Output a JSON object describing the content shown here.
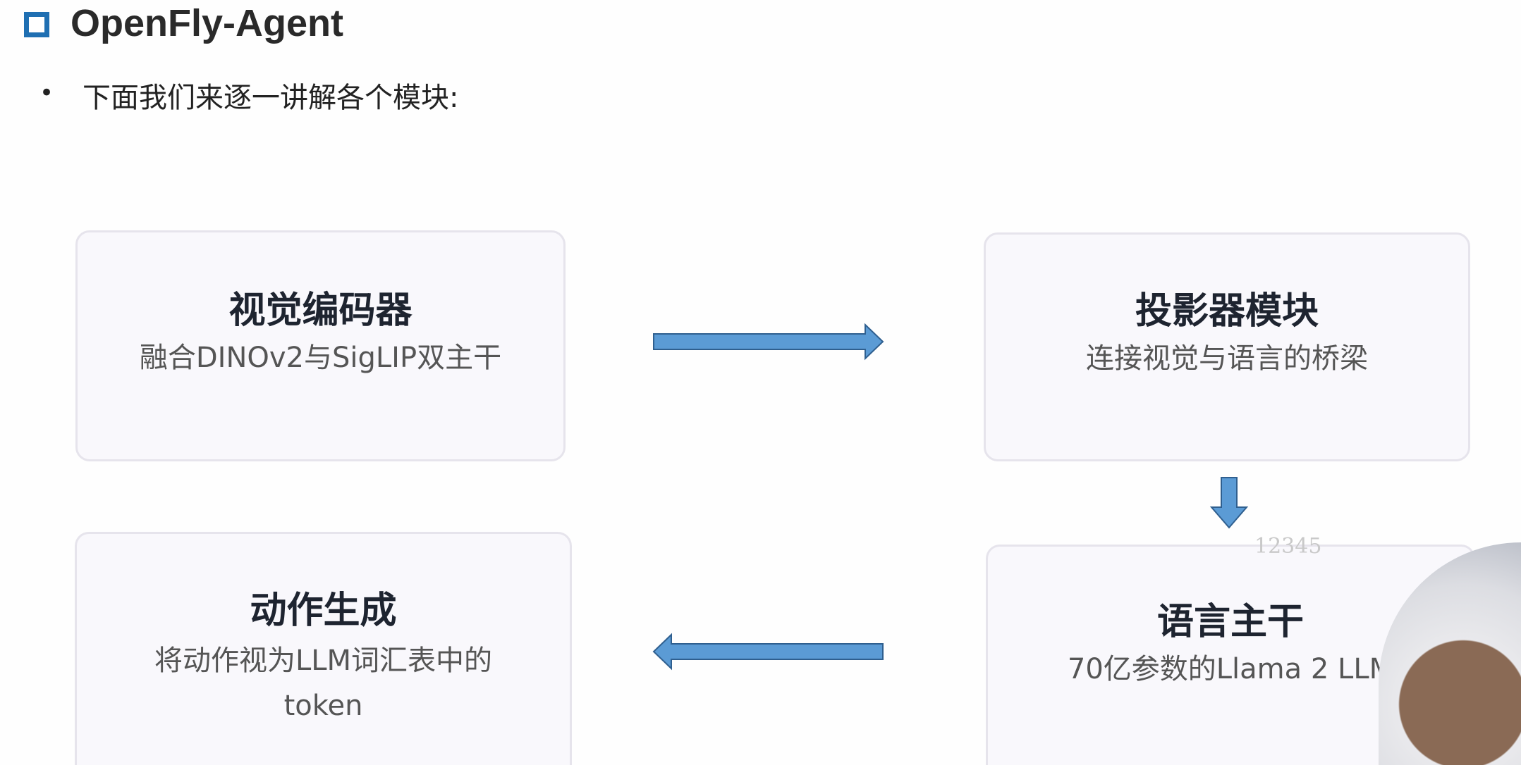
{
  "header": {
    "title": "OpenFly-Agent",
    "bullet": "下面我们来逐一讲解各个模块:"
  },
  "modules": [
    {
      "title": "视觉编码器",
      "desc": "融合DINOv2与SigLIP双主干"
    },
    {
      "title": "投影器模块",
      "desc": "连接视觉与语言的桥梁"
    },
    {
      "title": "语言主干",
      "desc": "70亿参数的Llama 2 LLM"
    },
    {
      "title": "动作生成",
      "desc": "将动作视为LLM词汇表中的token"
    }
  ],
  "watermark": "12345",
  "colors": {
    "accent": "#1f6fb2",
    "arrow": "#5b9bd5"
  }
}
